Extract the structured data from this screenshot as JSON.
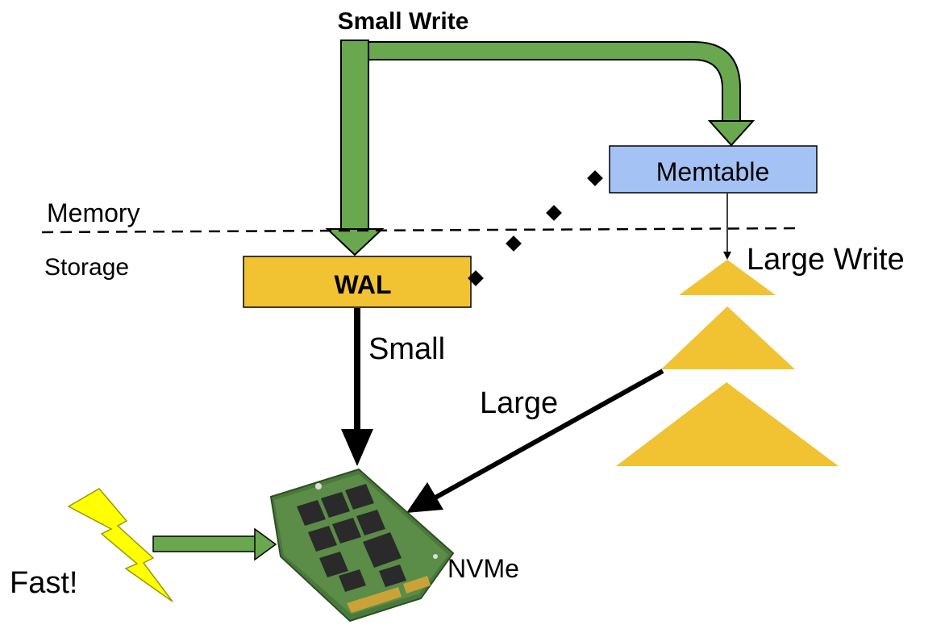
{
  "labels": {
    "small_write": "Small Write",
    "memtable": "Memtable",
    "memory": "Memory",
    "storage": "Storage",
    "wal": "WAL",
    "large_write": "Large Write",
    "small": "Small",
    "large": "Large",
    "fast": "Fast!",
    "nvme": "NVMe"
  },
  "colors": {
    "green_arrow": "#6aa84f",
    "memtable_fill": "#a4c2f4",
    "wal_fill": "#f1c232",
    "triangle_fill": "#f1c232",
    "lightning_fill": "#ffff00",
    "pcb_green": "#4a7a3a",
    "chip": "#2a2a2a"
  },
  "icons": {
    "lightning": "lightning-bolt-icon",
    "ssd": "ssd-drive-icon"
  }
}
